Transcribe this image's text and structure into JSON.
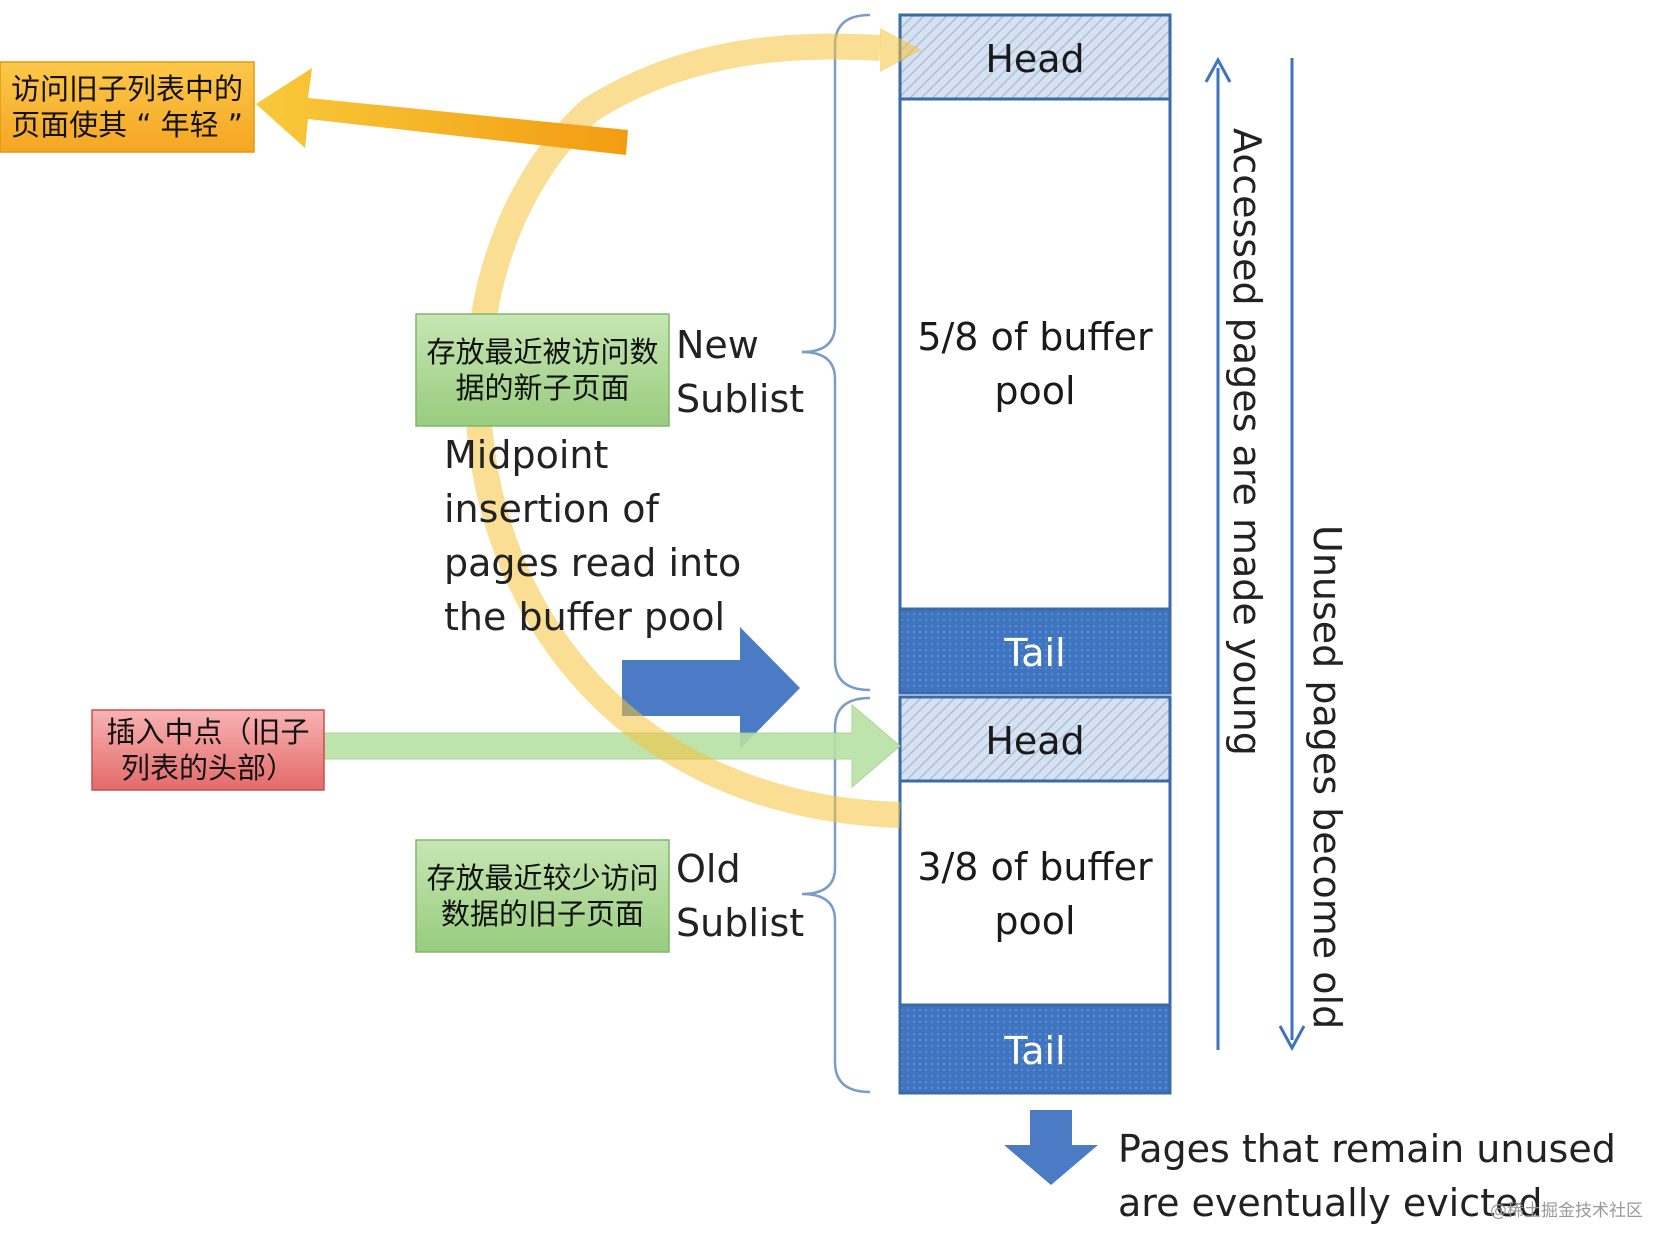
{
  "pool": {
    "new_head": "Head",
    "new_body_line1": "5/8 of buffer",
    "new_body_line2": "pool",
    "new_tail": "Tail",
    "old_head": "Head",
    "old_body_line1": "3/8 of buffer",
    "old_body_line2": "pool",
    "old_tail": "Tail"
  },
  "sublists": {
    "new_line1": "New",
    "new_line2": "Sublist",
    "old_line1": "Old",
    "old_line2": "Sublist"
  },
  "midpoint": {
    "line1": "Midpoint",
    "line2": "insertion of",
    "line3": "pages read into",
    "line4": "the buffer pool"
  },
  "side_labels": {
    "accessed": "Accessed pages are made young",
    "unused": "Unused pages become old"
  },
  "eviction": {
    "line1": "Pages that remain unused",
    "line2": "are eventually evicted"
  },
  "annotations": {
    "young_line1": "访问旧子列表中的",
    "young_line2": "页面使其 “ 年轻 ”",
    "new_line1": "存放最近被访问数",
    "new_line2": "据的新子页面",
    "insert_line1": "插入中点（旧子",
    "insert_line2": "列表的头部）",
    "old_line1": "存放最近较少访问",
    "old_line2": "数据的旧子页面"
  },
  "watermark": "@稀土掘金技术社区",
  "colors": {
    "head_fill": "#cfdcee",
    "tail_fill": "#3d73bf",
    "border": "#3a6aa8",
    "bracket": "#7b9bc9",
    "orange": "#f5b320",
    "green_box": "#a8d694",
    "red_box": "#ef8a8a",
    "arrow_blue": "#4a7bc4",
    "green_arrow": "#b9e0a5"
  }
}
